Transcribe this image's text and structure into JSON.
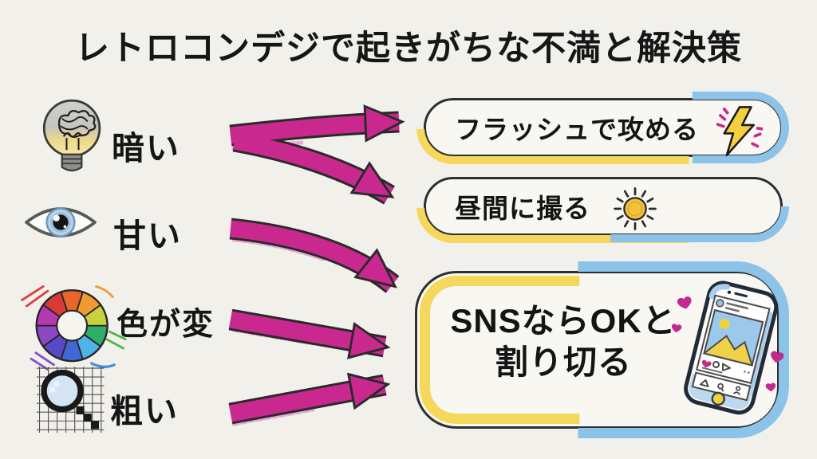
{
  "title": "レトロコンデジで起きがちな不満と解決策",
  "complaints": [
    {
      "label": "暗い",
      "icon": "lightbulb"
    },
    {
      "label": "甘い",
      "icon": "eye"
    },
    {
      "label": "色が変",
      "icon": "color-wheel"
    },
    {
      "label": "粗い",
      "icon": "pixel-magnifier"
    }
  ],
  "solutions": [
    {
      "label": "フラッシュで攻める",
      "icon": "lightning-bolt"
    },
    {
      "label": "昼間に撮る",
      "icon": "sun"
    },
    {
      "label_line1": "SNSならOKと",
      "label_line2": "割り切る",
      "icon": "smartphone-sns"
    }
  ],
  "connections": [
    {
      "from": "暗い",
      "to": "フラッシュで攻める"
    },
    {
      "from": "暗い",
      "to": "昼間に撮る"
    },
    {
      "from": "甘い",
      "to": "SNSならOKと割り切る"
    },
    {
      "from": "色が変",
      "to": "SNSならOKと割り切る"
    },
    {
      "from": "粗い",
      "to": "SNSならOKと割り切る"
    }
  ],
  "colors": {
    "background": "#f1f0eb",
    "arrow_magenta": "#c9298f",
    "highlight_yellow": "#f5d75c",
    "highlight_blue": "#8cc3e8",
    "text": "#141414"
  }
}
